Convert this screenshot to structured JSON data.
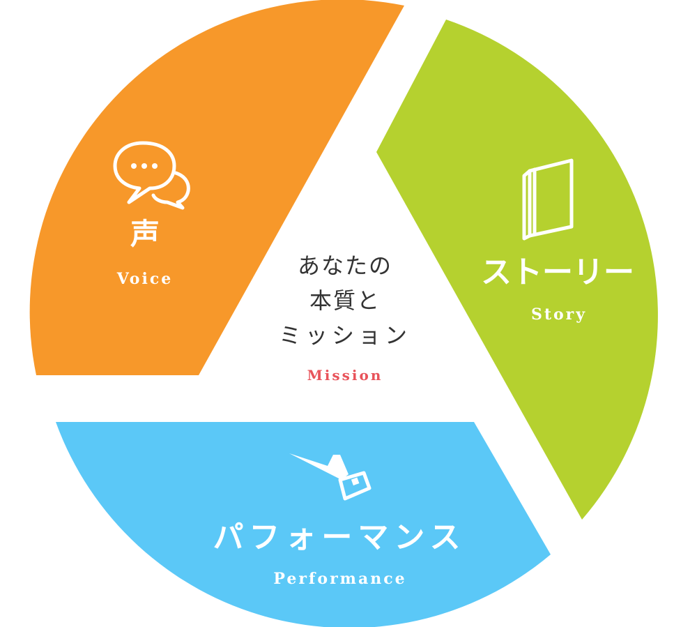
{
  "segments": {
    "voice": {
      "title": "声",
      "subtitle": "Voice",
      "color": "#f7982a",
      "icon": "speech-bubbles-icon"
    },
    "story": {
      "title": "ストーリー",
      "subtitle": "Story",
      "color": "#b5d12f",
      "icon": "book-icon"
    },
    "performance": {
      "title": "パフォーマンス",
      "subtitle": "Performance",
      "color": "#5bc8f7",
      "icon": "pointing-hand-icon"
    }
  },
  "center": {
    "lines": [
      "あなたの",
      "本質と",
      "ミッション"
    ],
    "subtitle": "Mission",
    "subtitle_color": "#e8535a"
  }
}
